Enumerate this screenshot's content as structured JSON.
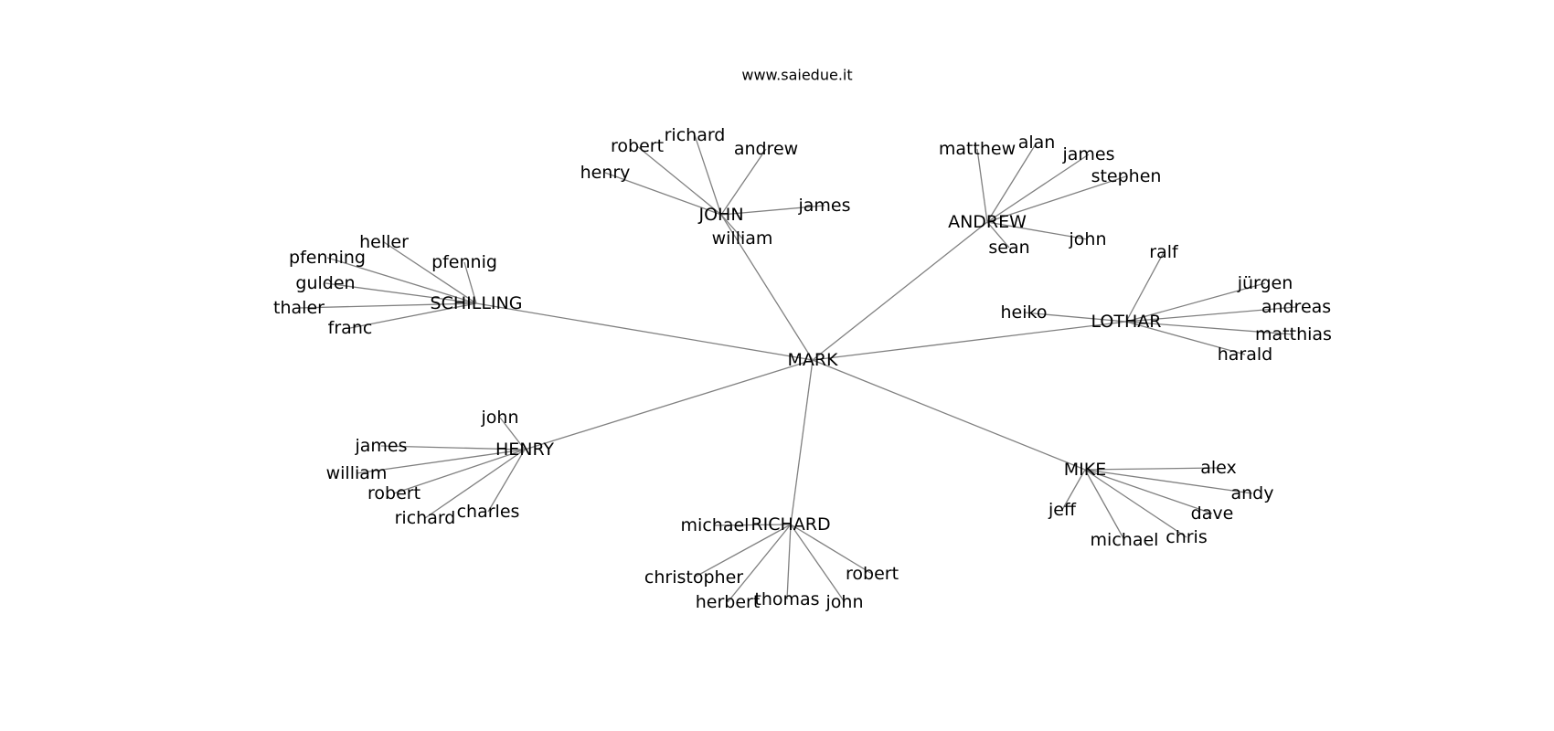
{
  "header": {
    "source_text": "www.saiedue.it"
  },
  "graph": {
    "root": "MARK",
    "groups": [
      {
        "hub": "JOHN",
        "leaves": [
          "henry",
          "robert",
          "richard",
          "andrew",
          "james",
          "william"
        ]
      },
      {
        "hub": "ANDREW",
        "leaves": [
          "matthew",
          "alan",
          "james",
          "stephen",
          "john",
          "sean"
        ]
      },
      {
        "hub": "SCHILLING",
        "leaves": [
          "heller",
          "pfenning",
          "pfennig",
          "gulden",
          "thaler",
          "franc"
        ]
      },
      {
        "hub": "LOTHAR",
        "leaves": [
          "ralf",
          "jürgen",
          "andreas",
          "matthias",
          "harald",
          "heiko"
        ]
      },
      {
        "hub": "HENRY",
        "leaves": [
          "john",
          "james",
          "william",
          "robert",
          "richard",
          "charles"
        ]
      },
      {
        "hub": "RICHARD",
        "leaves": [
          "michael",
          "christopher",
          "herbert",
          "thomas",
          "john",
          "robert"
        ]
      },
      {
        "hub": "MIKE",
        "leaves": [
          "alex",
          "andy",
          "dave",
          "chris",
          "michael",
          "jeff"
        ]
      }
    ]
  }
}
